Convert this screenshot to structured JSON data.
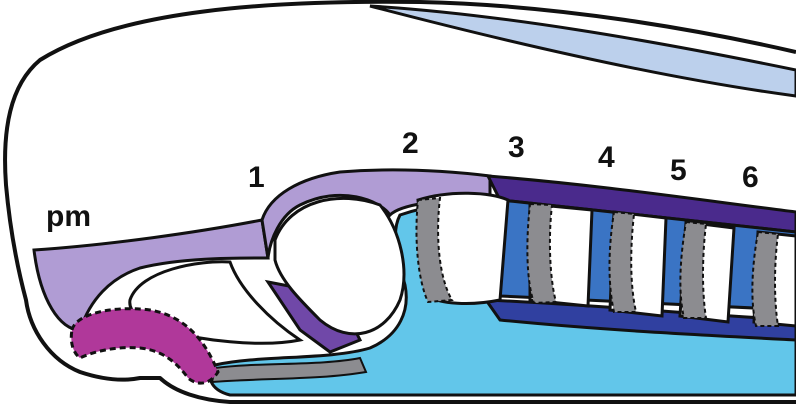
{
  "labels": {
    "premandibular": "pm",
    "arch_1": "1",
    "arch_2": "2",
    "arch_3": "3",
    "arch_4": "4",
    "arch_5": "5",
    "arch_6": "6"
  },
  "colors": {
    "outline": "#111111",
    "background": "#ffffff",
    "head_fill": "#ffffff",
    "dorsal_band": "#bcd0ec",
    "lavender": "#b09cd4",
    "purple": "#7048a8",
    "dark_purple": "#4a2a8c",
    "light_blue": "#62c6ea",
    "mid_blue": "#3a74c4",
    "navy": "#3040a0",
    "gray": "#8c8c90",
    "magenta": "#b0389a"
  }
}
